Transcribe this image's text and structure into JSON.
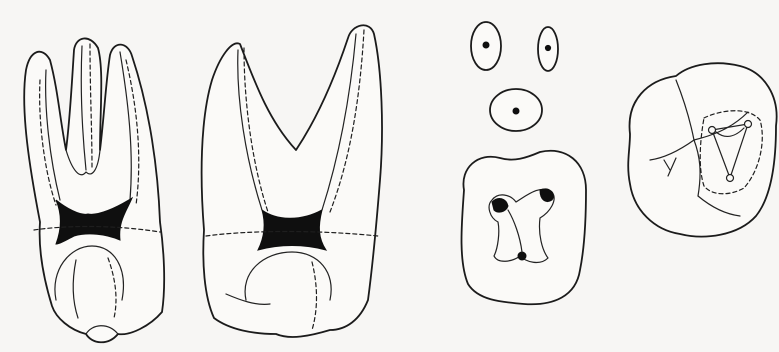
{
  "figure": {
    "panels": [
      {
        "id": "tooth-buccal-view",
        "label": ""
      },
      {
        "id": "tooth-mesial-view",
        "label": ""
      },
      {
        "id": "canal-cross-sections",
        "label": ""
      },
      {
        "id": "occlusal-access-outline",
        "label": ""
      }
    ],
    "colors": {
      "background": "#f7f6f4",
      "ink": "#1b1b1b",
      "pulp": "#0f0f0f"
    }
  }
}
